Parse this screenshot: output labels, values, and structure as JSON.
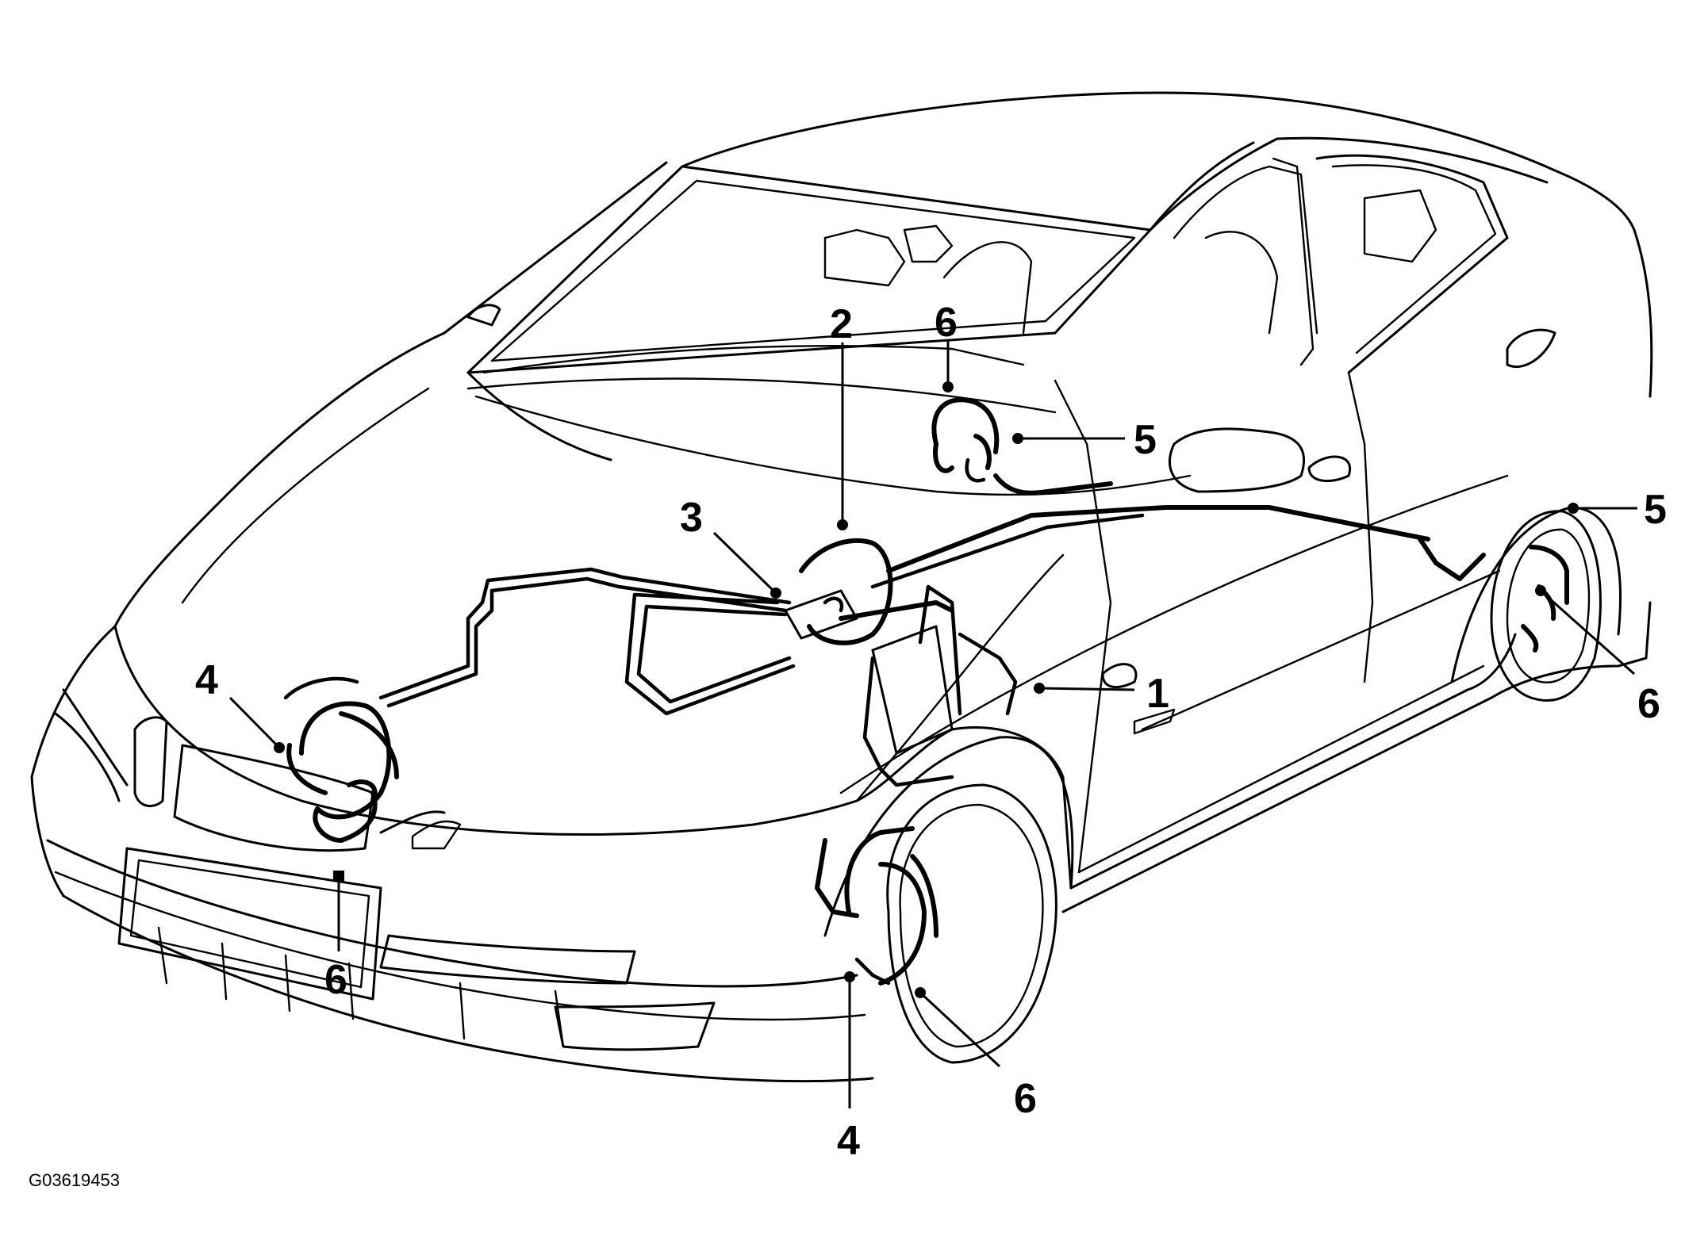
{
  "figure_id": "G03619453",
  "callouts": [
    "1",
    "2",
    "3",
    "4",
    "5",
    "6"
  ]
}
